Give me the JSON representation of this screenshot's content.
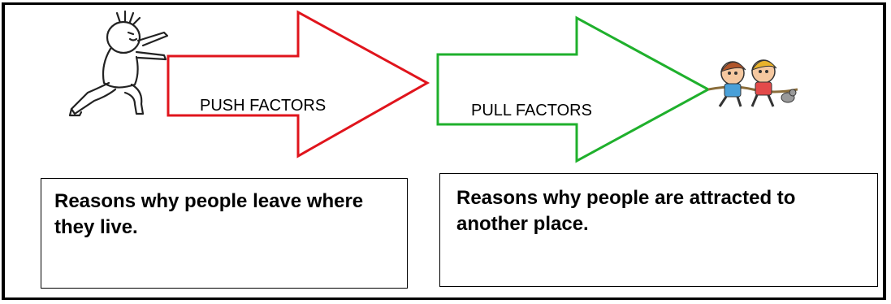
{
  "diagram": {
    "push_arrow": {
      "label": "PUSH FACTORS",
      "color": "#e0141c"
    },
    "pull_arrow": {
      "label": "PULL FACTORS",
      "color": "#1fb02c"
    },
    "push_box": {
      "text": "Reasons why people leave where they live."
    },
    "pull_box": {
      "text": "Reasons why people are attracted to another place."
    },
    "figures": {
      "pusher": "pushing-stick-figure-illustration",
      "pullers": "tug-of-war-kids-illustration"
    }
  }
}
